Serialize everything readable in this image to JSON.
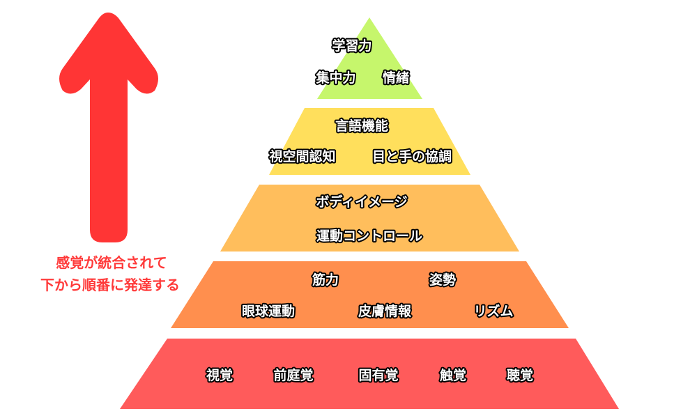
{
  "colors": {
    "arrow": "#ff3535",
    "tier1": "#c6f66c",
    "tier2": "#ffdf5c",
    "tier3": "#ffbe5c",
    "tier4": "#ff8f4e",
    "tier5": "#ff5b5b"
  },
  "side_text": {
    "line1": "感覚が統合されて",
    "line2": "下から順番に発達する"
  },
  "pyramid": {
    "tier1": [
      "学習力",
      "集中力",
      "情緒"
    ],
    "tier2": [
      "言語機能",
      "視空間認知",
      "目と手の協調"
    ],
    "tier3": [
      "ボディイメージ",
      "運動コントロール"
    ],
    "tier4": [
      "筋力",
      "姿勢",
      "眼球運動",
      "皮膚情報",
      "リズム"
    ],
    "tier5": [
      "視覚",
      "前庭覚",
      "固有覚",
      "触覚",
      "聴覚"
    ]
  }
}
